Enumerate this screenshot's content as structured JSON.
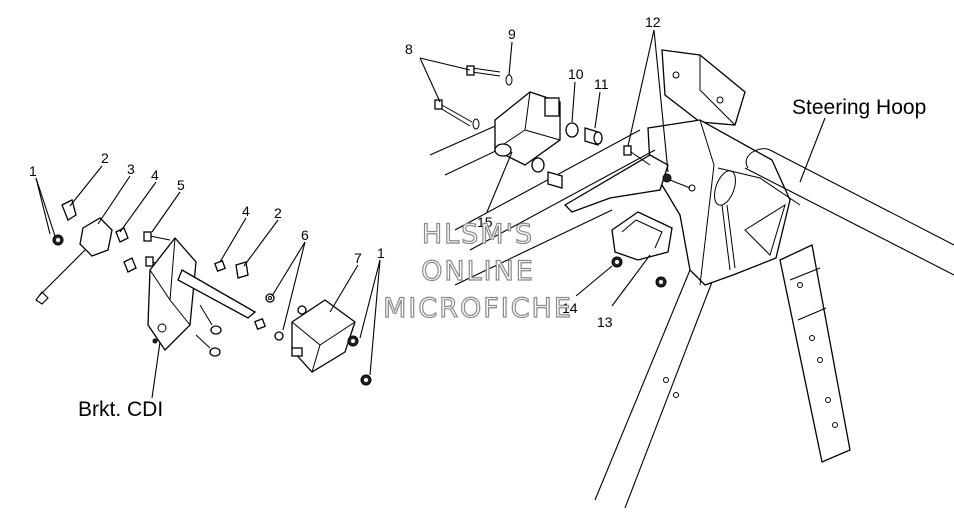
{
  "callouts": [
    "1",
    "2",
    "3",
    "4",
    "5",
    "4",
    "2",
    "6",
    "7",
    "1",
    "8",
    "9",
    "10",
    "11",
    "12",
    "15",
    "14",
    "13"
  ],
  "labels": {
    "steering_hoop": "Steering Hoop",
    "bracket_cdi": "Brkt. CDI"
  },
  "watermark": [
    "HLSM'S",
    "ONLINE",
    "MICROFICHE"
  ]
}
